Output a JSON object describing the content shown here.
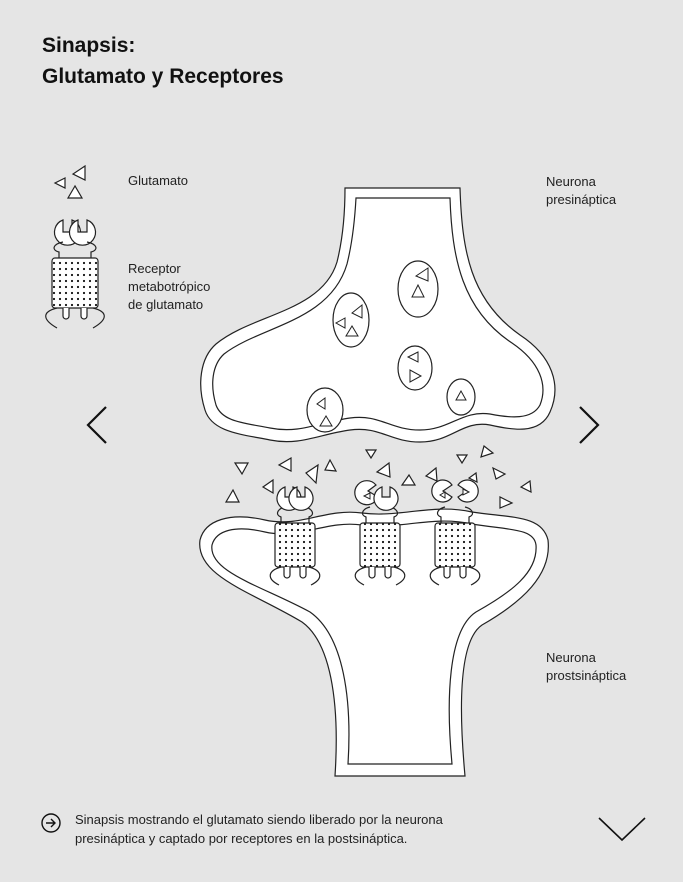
{
  "title": {
    "line1": "Sinapsis:",
    "line2": "Glutamato y Receptores"
  },
  "legend": {
    "glutamate_label": "Glutamato",
    "receptor_label_1": "Receptor",
    "receptor_label_2": "metabotrópico",
    "receptor_label_3": "de glutamato"
  },
  "labels": {
    "pre_1": "Neurona",
    "pre_2": "presináptica",
    "post_1": "Neurona",
    "post_2": "prostsináptica"
  },
  "caption": {
    "line1": "Sinapsis mostrando el glutamato siendo liberado por la neurona",
    "line2": "presináptica y captado por receptores en la postsináptica."
  },
  "icons": {
    "prev": "chevron-left-icon",
    "next": "chevron-right-icon",
    "expand": "chevron-down-icon",
    "caption": "arrow-circle-right-icon"
  }
}
